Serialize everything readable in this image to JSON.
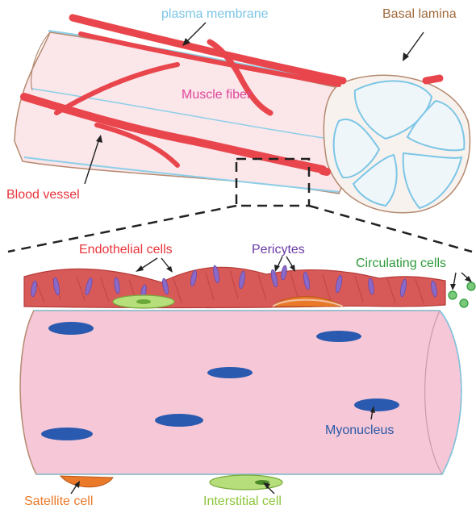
{
  "labels": {
    "plasma_membrane": "plasma membrane",
    "basal_lamina": "Basal lamina",
    "muscle_fiber": "Muscle fiber",
    "blood_vessel": "Blood vessel",
    "endothelial_cells": "Endothelial cells",
    "pericytes": "Pericytes",
    "circulating_cells": "Circulating cells",
    "myonucleus": "Myonucleus",
    "satellite_cell": "Satellite cell",
    "interstitial_cell": "Interstitial cell"
  },
  "colors": {
    "plasma_membrane": "#7cc6e6",
    "basal_lamina": "#a06a3c",
    "muscle_fiber": "#e0459a",
    "blood_vessel": "#e8343a",
    "endothelial_cells": "#e8343a",
    "pericytes": "#6a3aa6",
    "circulating_cells": "#2e9a3a",
    "myonucleus": "#2a5aa8",
    "satellite_cell": "#ea7a2a",
    "interstitial_cell": "#8cc63a"
  }
}
